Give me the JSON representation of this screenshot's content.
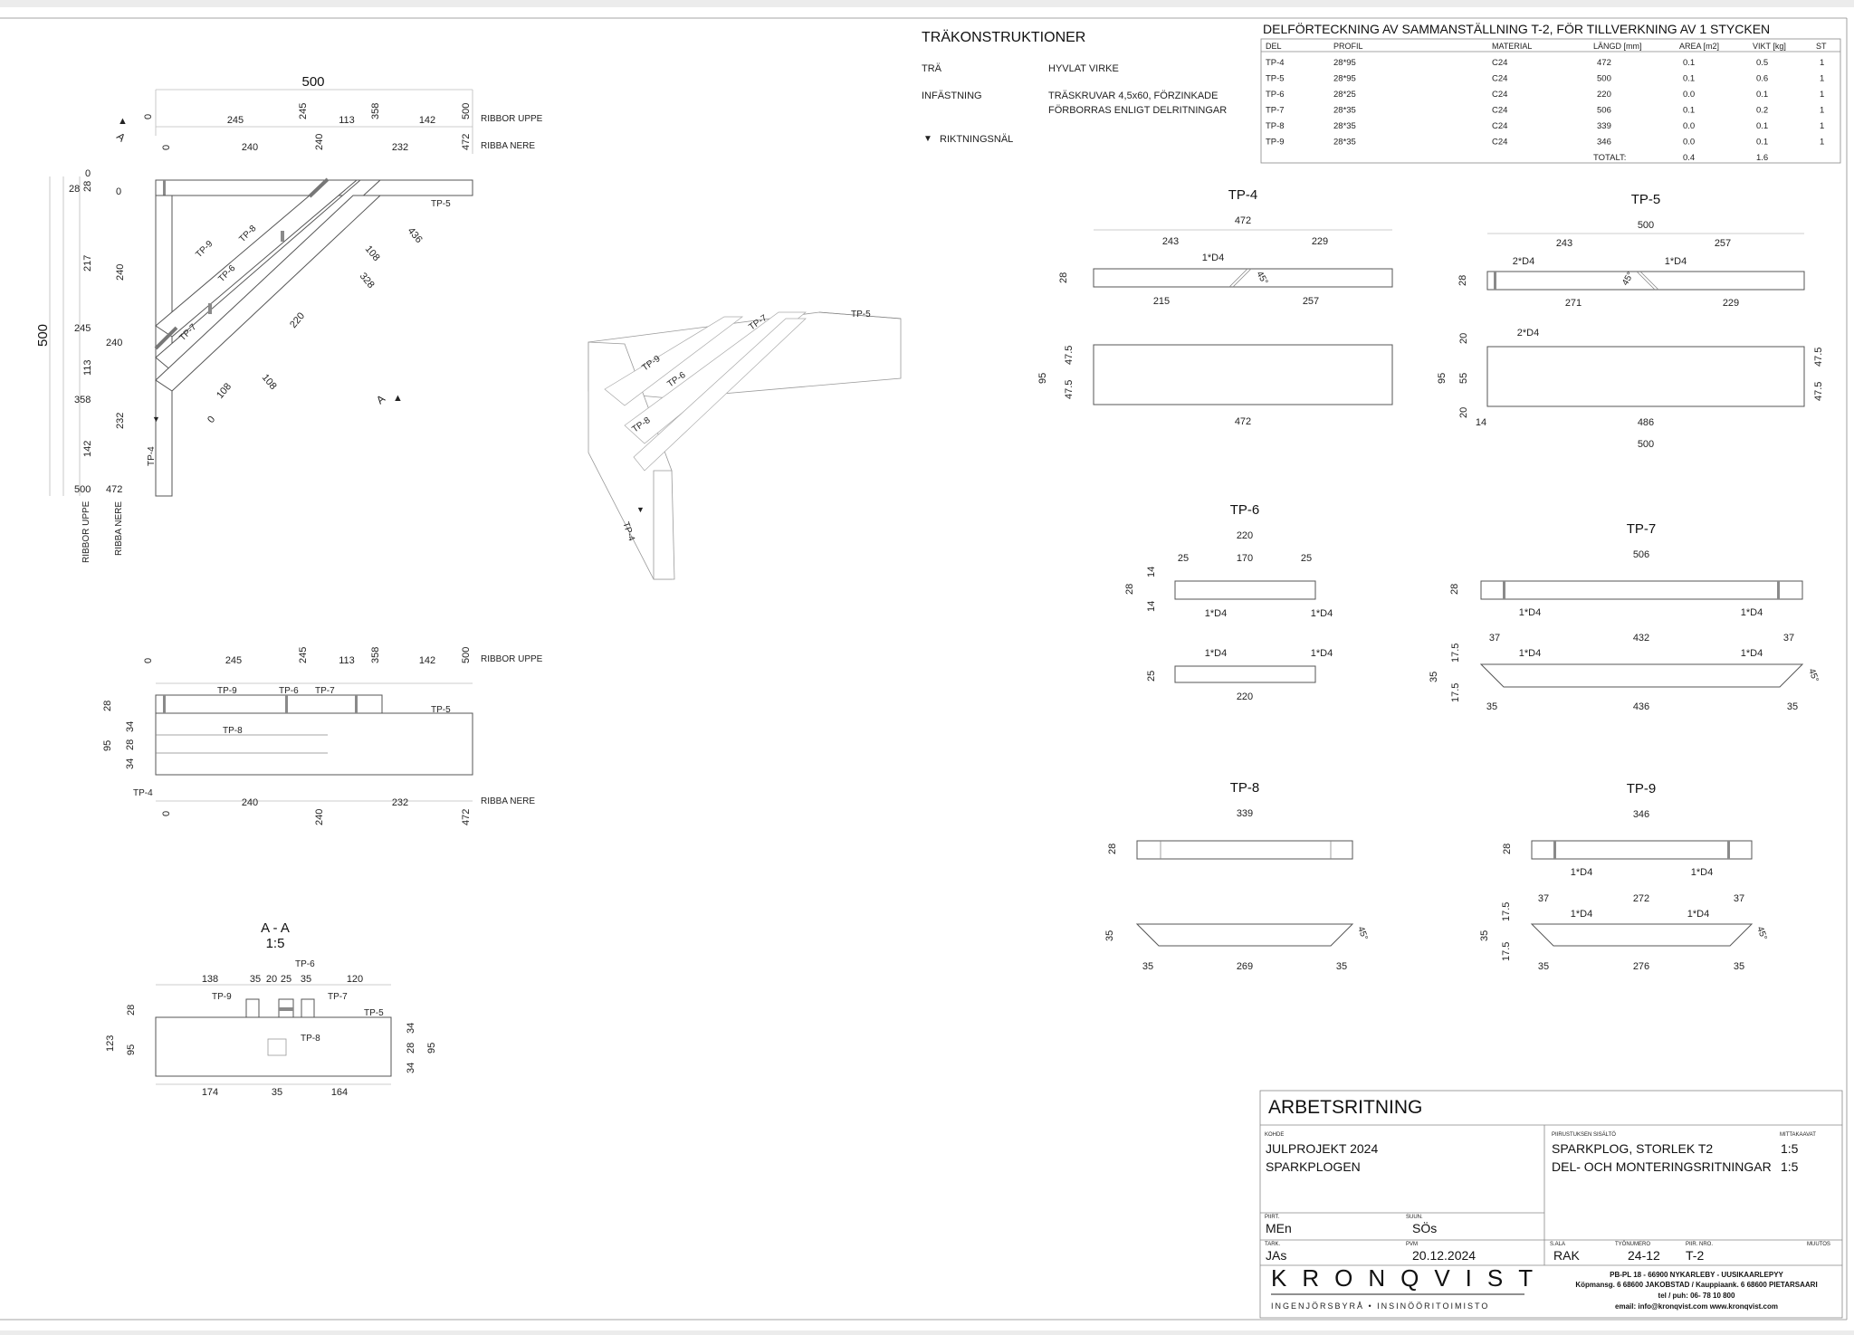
{
  "notes": {
    "title": "TRÄKONSTRUKTIONER",
    "rows": [
      {
        "label": "TRÄ",
        "value": "HYVLAT VIRKE"
      },
      {
        "label": "INFÄSTNING",
        "value": "TRÄSKRUVAR 4,5x60, FÖRZINKADE",
        "value2": "FÖRBORRAS ENLIGT DELRITNINGAR"
      }
    ],
    "legend": "RIKTNINGSNÄL"
  },
  "parts_list": {
    "title": "DELFÖRTECKNING AV SAMMANSTÄLLNING T-2, FÖR TILLVERKNING AV 1 STYCKEN",
    "headers": [
      "DEL",
      "PROFIL",
      "MATERIAL",
      "LÄNGD [mm]",
      "AREA [m2]",
      "VIKT [kg]",
      "ST"
    ],
    "rows": [
      [
        "TP-4",
        "28*95",
        "C24",
        "472",
        "0.1",
        "0.5",
        "1"
      ],
      [
        "TP-5",
        "28*95",
        "C24",
        "500",
        "0.1",
        "0.6",
        "1"
      ],
      [
        "TP-6",
        "28*25",
        "C24",
        "220",
        "0.0",
        "0.1",
        "1"
      ],
      [
        "TP-7",
        "28*35",
        "C24",
        "506",
        "0.1",
        "0.2",
        "1"
      ],
      [
        "TP-8",
        "28*35",
        "C24",
        "339",
        "0.0",
        "0.1",
        "1"
      ],
      [
        "TP-9",
        "28*35",
        "C24",
        "346",
        "0.0",
        "0.1",
        "1"
      ]
    ],
    "total_label": "TOTALT:",
    "total_area": "0.4",
    "total_weight": "1.6"
  },
  "plan_view": {
    "width_label": "500",
    "top_dims": [
      "0",
      "245",
      "245",
      "113",
      "358",
      "142",
      "500"
    ],
    "second_dims": [
      "0",
      "240",
      "240",
      "232",
      "472"
    ],
    "ribbor_uppe": "RIBBOR UPPE",
    "ribba_nere": "RIBBA NERE",
    "left_dims": [
      "0",
      "28",
      "28",
      "0",
      "217",
      "240",
      "245",
      "240",
      "113",
      "358",
      "232",
      "142",
      "500",
      "472"
    ],
    "height_label": "500",
    "diag_dims": [
      "108",
      "436",
      "328",
      "220",
      "108",
      "108",
      "0"
    ],
    "parts": [
      "TP-9",
      "TP-8",
      "TP-6",
      "TP-7",
      "TP-5",
      "TP-4"
    ],
    "section_mark": "A"
  },
  "iso_view": {
    "parts": [
      "TP-5",
      "TP-7",
      "TP-6",
      "TP-9",
      "TP-8",
      "TP-4"
    ]
  },
  "front_view": {
    "top_dims": [
      "0",
      "245",
      "245",
      "113",
      "358",
      "142",
      "500"
    ],
    "bottom_dims": [
      "0",
      "240",
      "240",
      "232",
      "472"
    ],
    "left_dims": [
      "28",
      "34",
      "95",
      "28",
      "34"
    ],
    "parts": [
      "TP-9",
      "TP-6",
      "TP-7",
      "TP-5",
      "TP-8",
      "TP-4"
    ],
    "ribbor_uppe": "RIBBOR UPPE",
    "ribba_nere": "RIBBA NERE"
  },
  "section_aa": {
    "title": "A - A",
    "scale": "1:5",
    "top_dims": [
      "138",
      "35",
      "20",
      "25",
      "35",
      "120"
    ],
    "parts": [
      "TP-6",
      "TP-9",
      "TP-7",
      "TP-5",
      "TP-8"
    ],
    "left_dims": [
      "28",
      "123",
      "95"
    ],
    "right_dims": [
      "34",
      "28",
      "34",
      "95"
    ],
    "bottom_dims": [
      "174",
      "35",
      "164"
    ]
  },
  "details": {
    "tp4": {
      "title": "TP-4",
      "length": "472",
      "top": [
        "243",
        "229"
      ],
      "bottom": [
        "215",
        "257"
      ],
      "hole": "1*D4",
      "angle": "45°",
      "thk": "28",
      "side": [
        "95",
        "47.5",
        "47.5"
      ],
      "lower_len": "472"
    },
    "tp5": {
      "title": "TP-5",
      "length": "500",
      "top": [
        "243",
        "257"
      ],
      "bottom": [
        "271",
        "229"
      ],
      "hole1": "2*D4",
      "hole2": "1*D4",
      "angle": "45°",
      "thk": "28",
      "side": [
        "20",
        "95",
        "55",
        "20"
      ],
      "right": "47.5",
      "right2": "47.5",
      "lower1": "14",
      "lower2": "486",
      "lower_len": "500"
    },
    "tp6": {
      "title": "TP-6",
      "length": "220",
      "top": [
        "25",
        "170",
        "25"
      ],
      "thk": "28",
      "side": "14",
      "side2": "14",
      "hole": "1*D4",
      "depth": "25",
      "lower_len": "220"
    },
    "tp7": {
      "title": "TP-7",
      "length": "506",
      "thk": "28",
      "hole": "1*D4",
      "lower": [
        "37",
        "432",
        "37"
      ],
      "side": [
        "35",
        "17.5",
        "17.5"
      ],
      "bottom": [
        "35",
        "436",
        "35"
      ],
      "angle": "45°"
    },
    "tp8": {
      "title": "TP-8",
      "length": "339",
      "thk": "28",
      "depth": "35",
      "bottom": [
        "35",
        "269",
        "35"
      ],
      "angle": "45°"
    },
    "tp9": {
      "title": "TP-9",
      "length": "346",
      "thk": "28",
      "hole": "1*D4",
      "lower": [
        "37",
        "272",
        "37"
      ],
      "side": [
        "35",
        "17.5",
        "17.5"
      ],
      "bottom": [
        "35",
        "276",
        "35"
      ],
      "angle": "45°"
    }
  },
  "title_block": {
    "doc_type": "ARBETSRITNING",
    "kohde_label": "KOHDE",
    "kohde_1": "JULPROJEKT 2024",
    "kohde_2": "SPARKPLOGEN",
    "content_label": "PIIRUSTUKSEN SISÄLTÖ",
    "content_1": "SPARKPLOG, STORLEK T2",
    "content_2": "DEL- OCH MONTERINGSRITNINGAR",
    "scale_label": "MITTAKAAVAT",
    "scale_1": "1:5",
    "scale_2": "1:5",
    "drawn_label": "PIIRT.",
    "drawn": "MEn",
    "designed_label": "SUUN.",
    "designed": "SÖs",
    "checked_label": "TARK.",
    "checked": "JAs",
    "date_label": "PVM",
    "date": "20.12.2024",
    "discipline_label": "S.ALA",
    "discipline": "RAK",
    "job_label": "TYÖNUMERO",
    "job": "24-12",
    "dwg_label": "PIIR. NRO.",
    "dwg": "T-2",
    "rev_label": "MUUTOS",
    "company": "KRONQVIST",
    "company_sub": "INGENJÖRSBYRÅ • INSINÖÖRITOIMISTO",
    "addr1": "PB-PL 18 - 66900 NYKARLEBY - UUSIKAARLEPYY",
    "addr2": "Köpmansg. 6 68600 JAKOBSTAD / Kauppiaank. 6 68600 PIETARSAARI",
    "addr3": "tel / puh: 06- 78 10 800",
    "addr4": "email: info@kronqvist.com      www.kronqvist.com"
  }
}
